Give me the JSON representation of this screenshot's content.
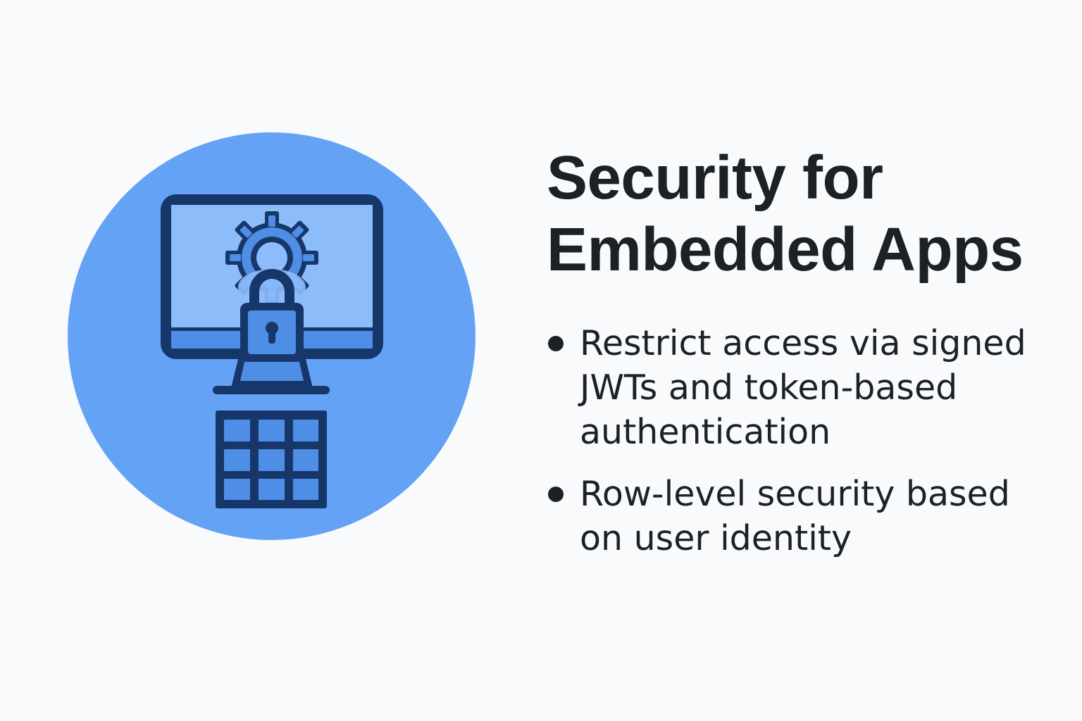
{
  "slide": {
    "title": "Security for Embedded Apps",
    "bullets": [
      {
        "text": "Restrict access via signed JWTs and token-based authentication"
      },
      {
        "text": "Row-level security based on user identity"
      }
    ]
  },
  "illustration": {
    "icons": [
      "monitor-icon",
      "gear-icon",
      "padlock-icon",
      "keypad-icon"
    ]
  },
  "colors": {
    "background": "#f9fafb",
    "circle": "#64a2f5",
    "outline": "#17376a",
    "screen": "#8dbcfb",
    "accent": "#4f8ee6",
    "text": "#1c2126"
  }
}
